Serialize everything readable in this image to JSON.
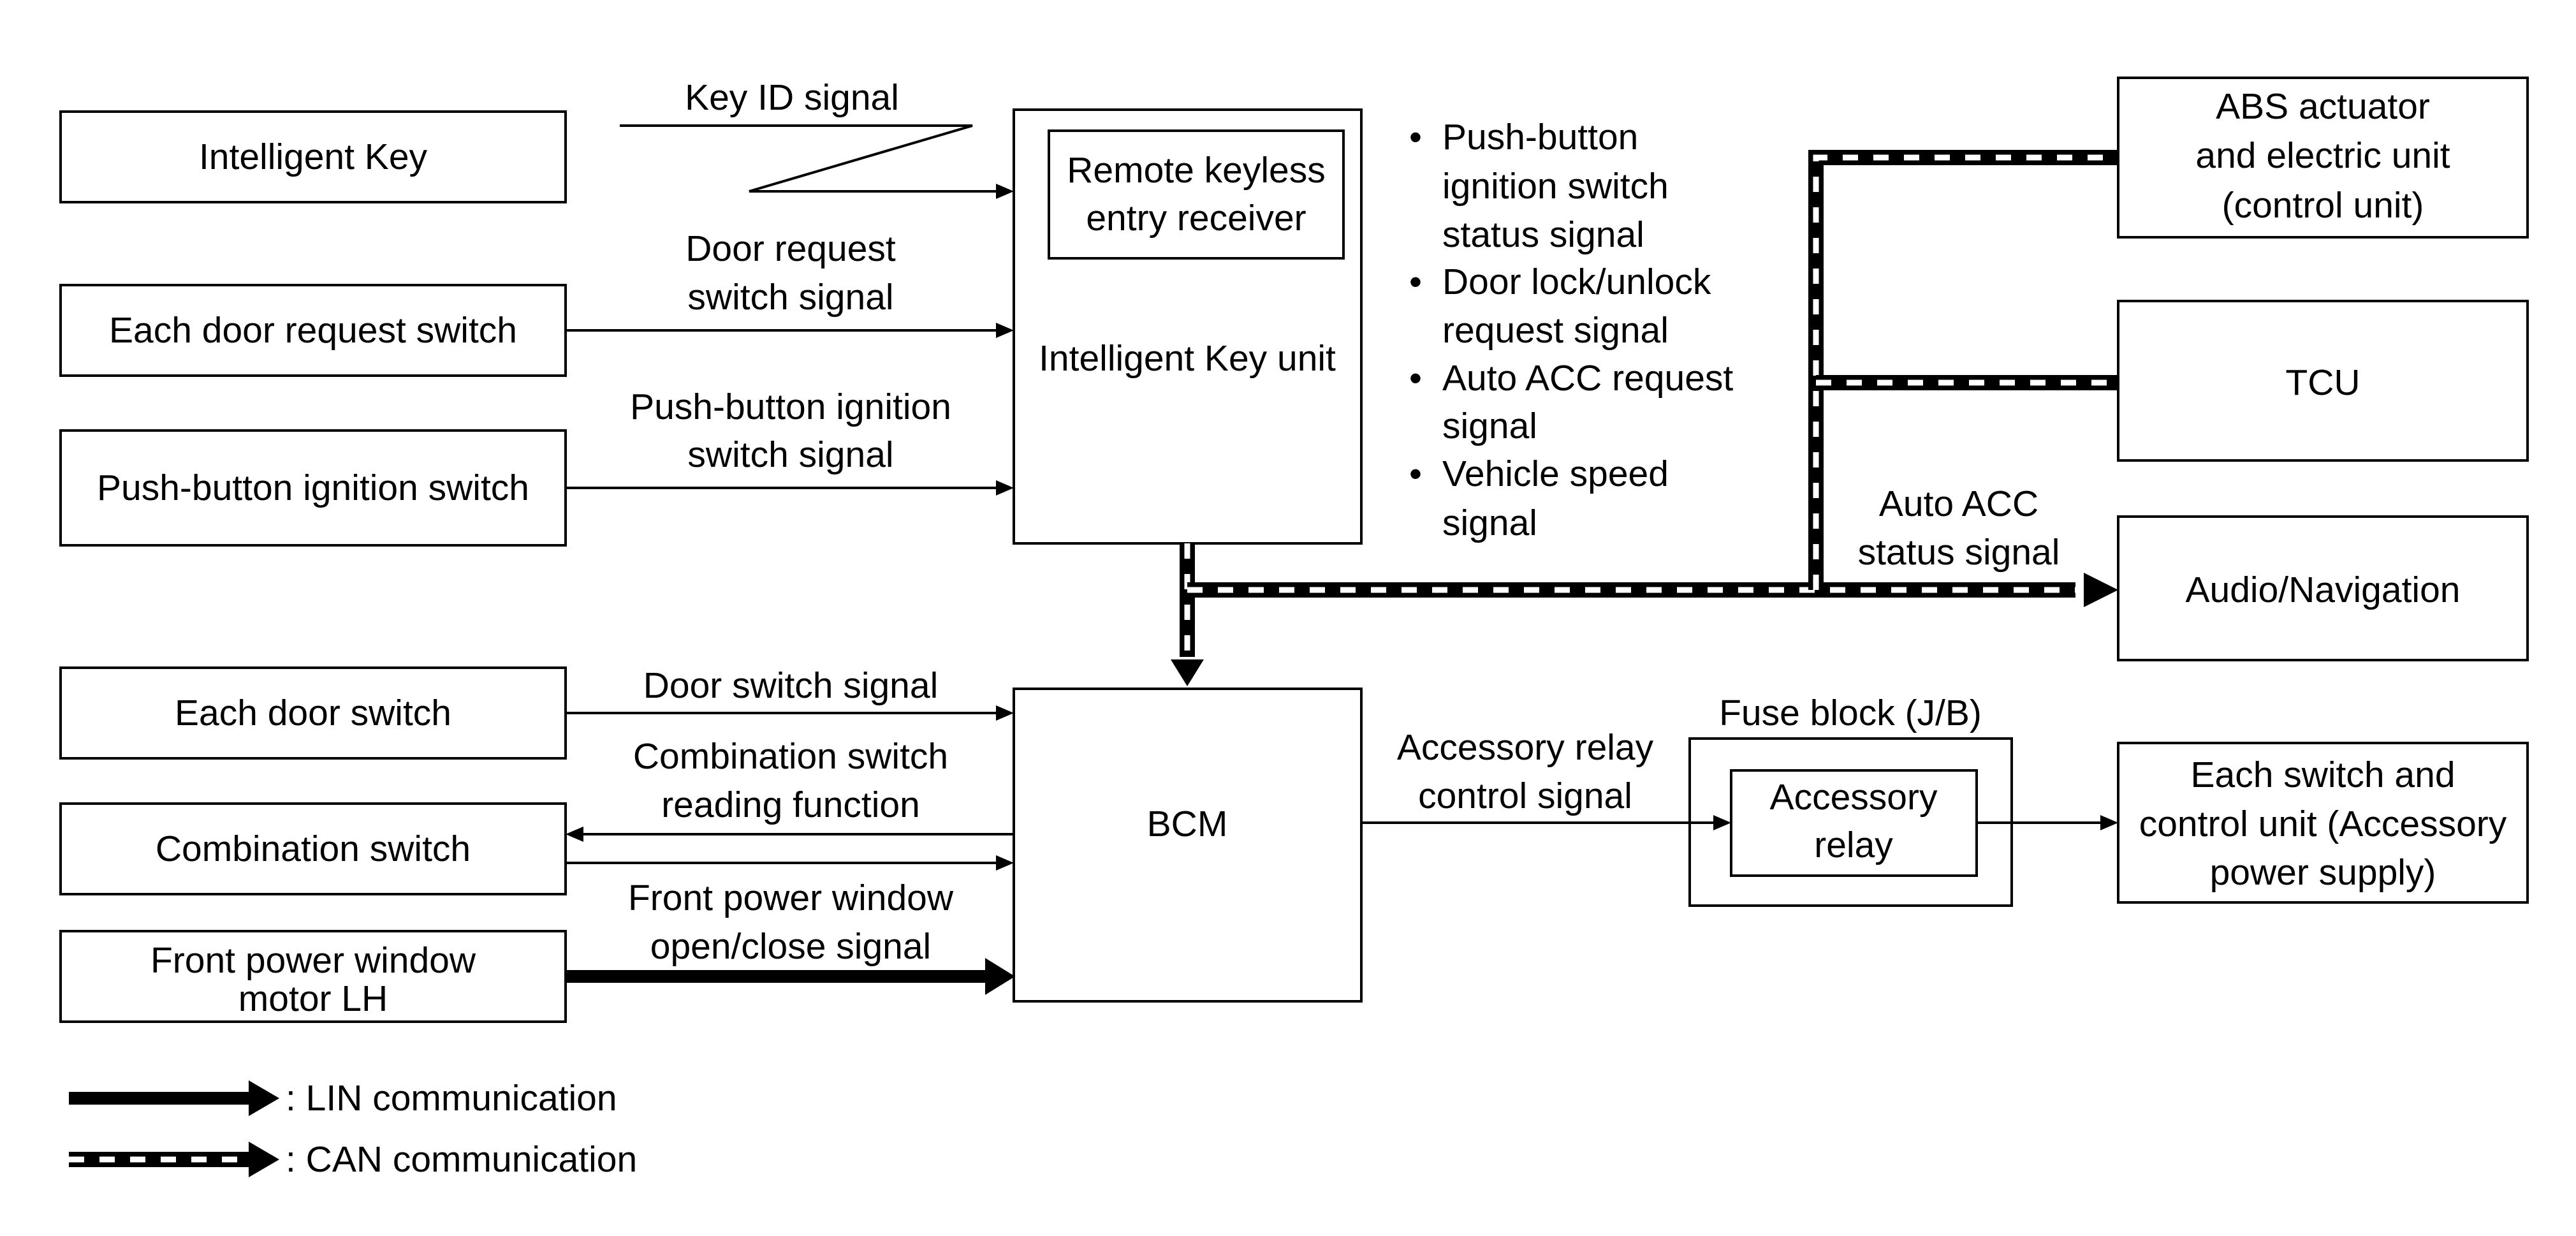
{
  "components": {
    "intelligent_key": "Intelligent Key",
    "each_door_request_switch": "Each door request switch",
    "push_button_ignition_switch": "Push-button ignition switch",
    "each_door_switch": "Each door switch",
    "combination_switch": "Combination switch",
    "front_power_window_motor": [
      "Front power window",
      "motor LH"
    ],
    "remote_keyless_entry_receiver": [
      "Remote keyless",
      "entry receiver"
    ],
    "intelligent_key_unit": "Intelligent Key unit",
    "bcm": "BCM",
    "abs_actuator": [
      "ABS actuator",
      "and electric unit",
      "(control unit)"
    ],
    "tcu": "TCU",
    "audio_navigation": "Audio/Navigation",
    "fuse_block": "Fuse block (J/B)",
    "accessory_relay": [
      "Accessory",
      "relay"
    ],
    "each_switch_control_unit": [
      "Each switch and",
      "control unit (Accessory",
      "power supply)"
    ]
  },
  "signals": {
    "key_id": "Key ID signal",
    "door_request": [
      "Door request",
      "switch signal"
    ],
    "push_button_ignition": [
      "Push-button ignition",
      "switch signal"
    ],
    "door_switch": "Door switch signal",
    "combination_reading": [
      "Combination switch",
      "reading function"
    ],
    "front_power_window": [
      "Front power window",
      "open/close signal"
    ],
    "accessory_relay_control": [
      "Accessory relay",
      "control signal"
    ],
    "auto_acc_status": [
      "Auto ACC",
      "status signal"
    ]
  },
  "can_signals": [
    [
      "Push-button",
      "ignition switch",
      "status signal"
    ],
    [
      "Door lock/unlock",
      "request signal"
    ],
    [
      "Auto ACC request",
      "signal"
    ],
    [
      "Vehicle speed",
      "signal"
    ]
  ],
  "legend": {
    "lin": ": LIN communication",
    "can": ": CAN communication"
  },
  "bullet_glyph": "•"
}
